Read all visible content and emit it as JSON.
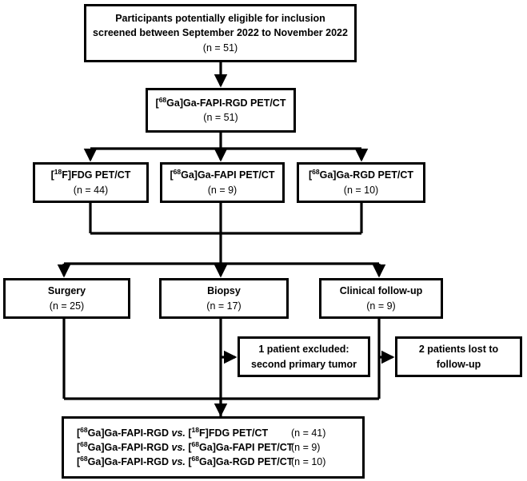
{
  "figure": {
    "type": "flowchart",
    "title": "Participant screening and imaging comparison flowchart"
  },
  "boxes": {
    "screened": {
      "line1": "Participants potentially eligible for inclusion",
      "line2": "screened between September 2022 to November 2022",
      "count": "(n = 51)"
    },
    "fapi_rgd": {
      "prefix": "[",
      "sup": "68",
      "label": "Ga]Ga-FAPI-RGD PET/CT",
      "count": "(n = 51)"
    },
    "fdg": {
      "prefix": "[",
      "sup": "18",
      "label": "F]FDG PET/CT",
      "count": "(n = 44)"
    },
    "fapi": {
      "prefix": "[",
      "sup": "68",
      "label": "Ga]Ga-FAPI PET/CT",
      "count": "(n = 9)"
    },
    "rgd": {
      "prefix": "[",
      "sup": "68",
      "label": "Ga]Ga-RGD PET/CT",
      "count": "(n = 10)"
    },
    "surgery": {
      "label": "Surgery",
      "count": "(n = 25)"
    },
    "biopsy": {
      "label": "Biopsy",
      "count": "(n = 17)"
    },
    "clinical_followup": {
      "label": "Clinical follow-up",
      "count": "(n = 9)"
    },
    "excluded": {
      "line1": "1 patient excluded:",
      "line2": "second primary tumor"
    },
    "lost": {
      "line1": "2 patients lost to",
      "line2": "follow-up"
    }
  },
  "results": {
    "rows": [
      {
        "p1": "[",
        "s1": "68",
        "t1": "Ga]Ga-FAPI-RGD ",
        "vs": "vs.",
        "p2": " [",
        "s2": "18",
        "t2": "F]FDG PET/CT",
        "count": "(n = 41)"
      },
      {
        "p1": "[",
        "s1": "68",
        "t1": "Ga]Ga-FAPI-RGD ",
        "vs": "vs.",
        "p2": " [",
        "s2": "68",
        "t2": "Ga]Ga-FAPI PET/CT",
        "count": "(n = 9)"
      },
      {
        "p1": "[",
        "s1": "68",
        "t1": "Ga]Ga-FAPI-RGD ",
        "vs": "vs.",
        "p2": " [",
        "s2": "68",
        "t2": "Ga]Ga-RGD PET/CT",
        "count": "(n = 10)"
      }
    ]
  },
  "style": {
    "stroke_color": "#000000",
    "box_fill": "#ffffff",
    "text_color": "#000000"
  }
}
